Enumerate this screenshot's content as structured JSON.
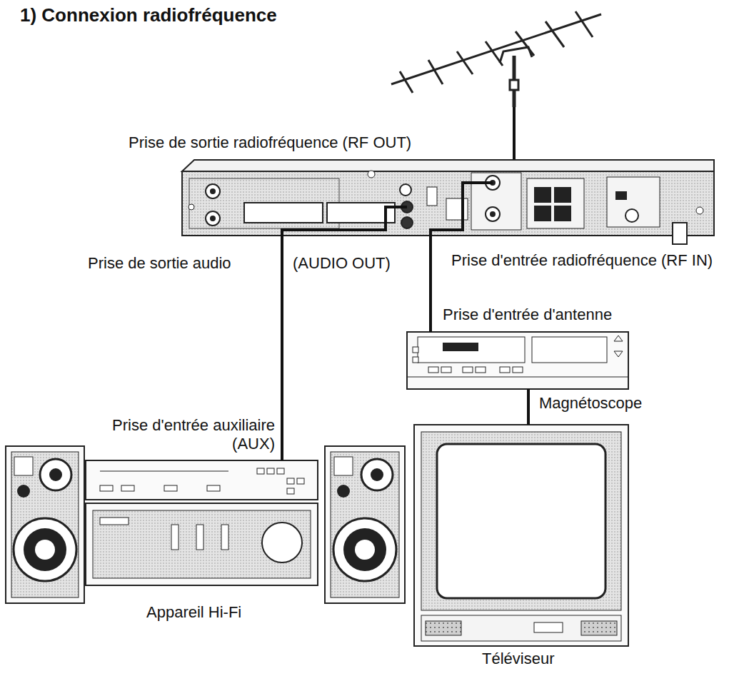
{
  "diagram": {
    "title": "1) Connexion radiofréquence",
    "nodes": [
      {
        "text": [
          "Prise de sortie radiofréquence (RF OUT)"
        ]
      },
      {
        "text": [
          "Prise d'entrée d'antenne",
          "Magnétoscope"
        ]
      },
      {
        "text": [
          "Prise d'entrée auxiliaire (AUX)",
          "Appareil Hi-Fi"
        ]
      },
      {
        "text": [
          "Téléviseur"
        ]
      }
    ],
    "edges": [
      {
        "from": 0,
        "to": 1,
        "arrow": "none"
      },
      {
        "from": 0,
        "to": 2,
        "arrow": "none"
      },
      {
        "from": 1,
        "to": 3,
        "arrow": "none"
      }
    ],
    "labels": [
      "Prise de sortie audio",
      "(AUDIO OUT)",
      "Prise d'entrée radiofréquence (RF IN)"
    ]
  }
}
